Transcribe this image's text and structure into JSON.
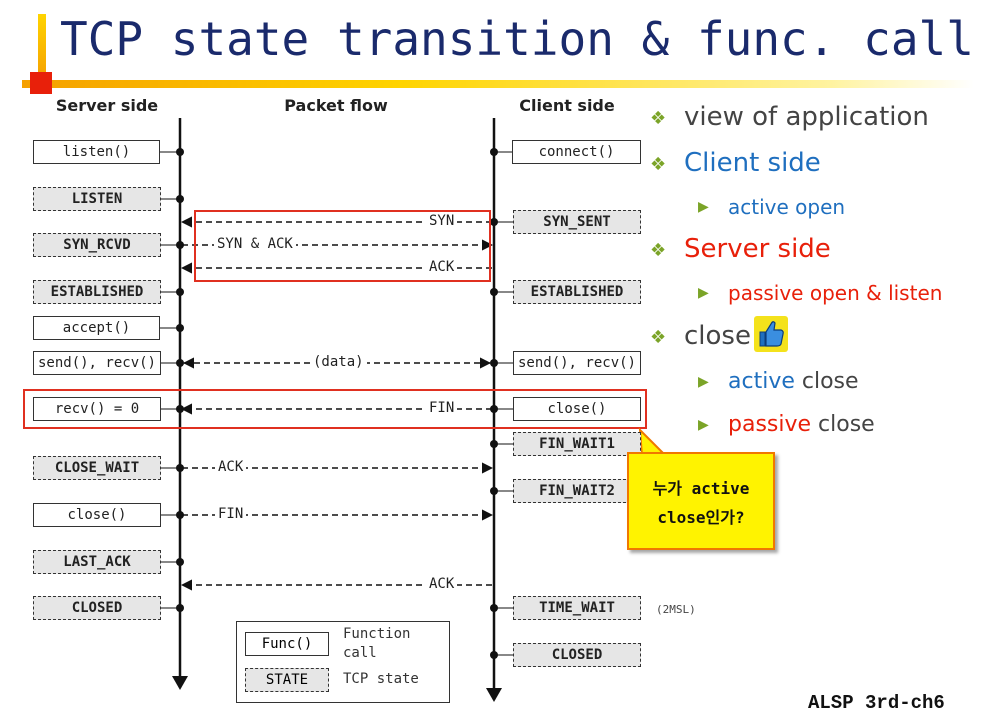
{
  "title": "TCP state transition & func. call",
  "footer": "ALSP 3rd-ch6",
  "columns": {
    "server": "Server side",
    "packet": "Packet flow",
    "client": "Client side"
  },
  "server_items": [
    {
      "label": "listen()",
      "kind": "func"
    },
    {
      "label": "LISTEN",
      "kind": "state"
    },
    {
      "label": "SYN_RCVD",
      "kind": "state"
    },
    {
      "label": "ESTABLISHED",
      "kind": "state"
    },
    {
      "label": "accept()",
      "kind": "func"
    },
    {
      "label": "send(), recv()",
      "kind": "func"
    },
    {
      "label": "recv() = 0",
      "kind": "func"
    },
    {
      "label": "CLOSE_WAIT",
      "kind": "state"
    },
    {
      "label": "close()",
      "kind": "func"
    },
    {
      "label": "LAST_ACK",
      "kind": "state"
    },
    {
      "label": "CLOSED",
      "kind": "state"
    }
  ],
  "client_items": [
    {
      "label": "connect()",
      "kind": "func"
    },
    {
      "label": "SYN_SENT",
      "kind": "state"
    },
    {
      "label": "ESTABLISHED",
      "kind": "state"
    },
    {
      "label": "send(), recv()",
      "kind": "func"
    },
    {
      "label": "close()",
      "kind": "func"
    },
    {
      "label": "FIN_WAIT1",
      "kind": "state"
    },
    {
      "label": "FIN_WAIT2",
      "kind": "state"
    },
    {
      "label": "TIME_WAIT",
      "kind": "state"
    },
    {
      "label": "CLOSED",
      "kind": "state"
    }
  ],
  "flows": [
    {
      "label": "SYN",
      "direction": "to-server"
    },
    {
      "label": "SYN & ACK",
      "direction": "to-client"
    },
    {
      "label": "ACK",
      "direction": "to-server"
    },
    {
      "label": "(data)",
      "direction": "both"
    },
    {
      "label": "FIN",
      "direction": "to-server"
    },
    {
      "label": "ACK",
      "direction": "to-client"
    },
    {
      "label": "FIN",
      "direction": "to-client"
    },
    {
      "label": "ACK",
      "direction": "to-server"
    }
  ],
  "time_wait_note": "(2MSL)",
  "legend": {
    "func_box": "Func()",
    "func_text_1": "Function",
    "func_text_2": "call",
    "state_box": "STATE",
    "state_text": "TCP state"
  },
  "bullets": {
    "view": "view of application",
    "client": "Client side",
    "client_sub": "active open",
    "server": "Server side",
    "server_sub": "passive open & listen",
    "close": "close",
    "active_word": "active",
    "passive_word": "passive",
    "close_word": " close",
    "thumbs_icon": "thumbs-up-icon"
  },
  "callout": {
    "line1": "누가 active",
    "line2": "close인가?"
  },
  "colors": {
    "title": "#1a2a6c",
    "client_blue": "#1f6fbf",
    "server_red": "#e8200a",
    "bullet_green": "#7ba428",
    "highlight_red": "#e03020",
    "callout_fill": "#fff300",
    "callout_border": "#f07800"
  }
}
